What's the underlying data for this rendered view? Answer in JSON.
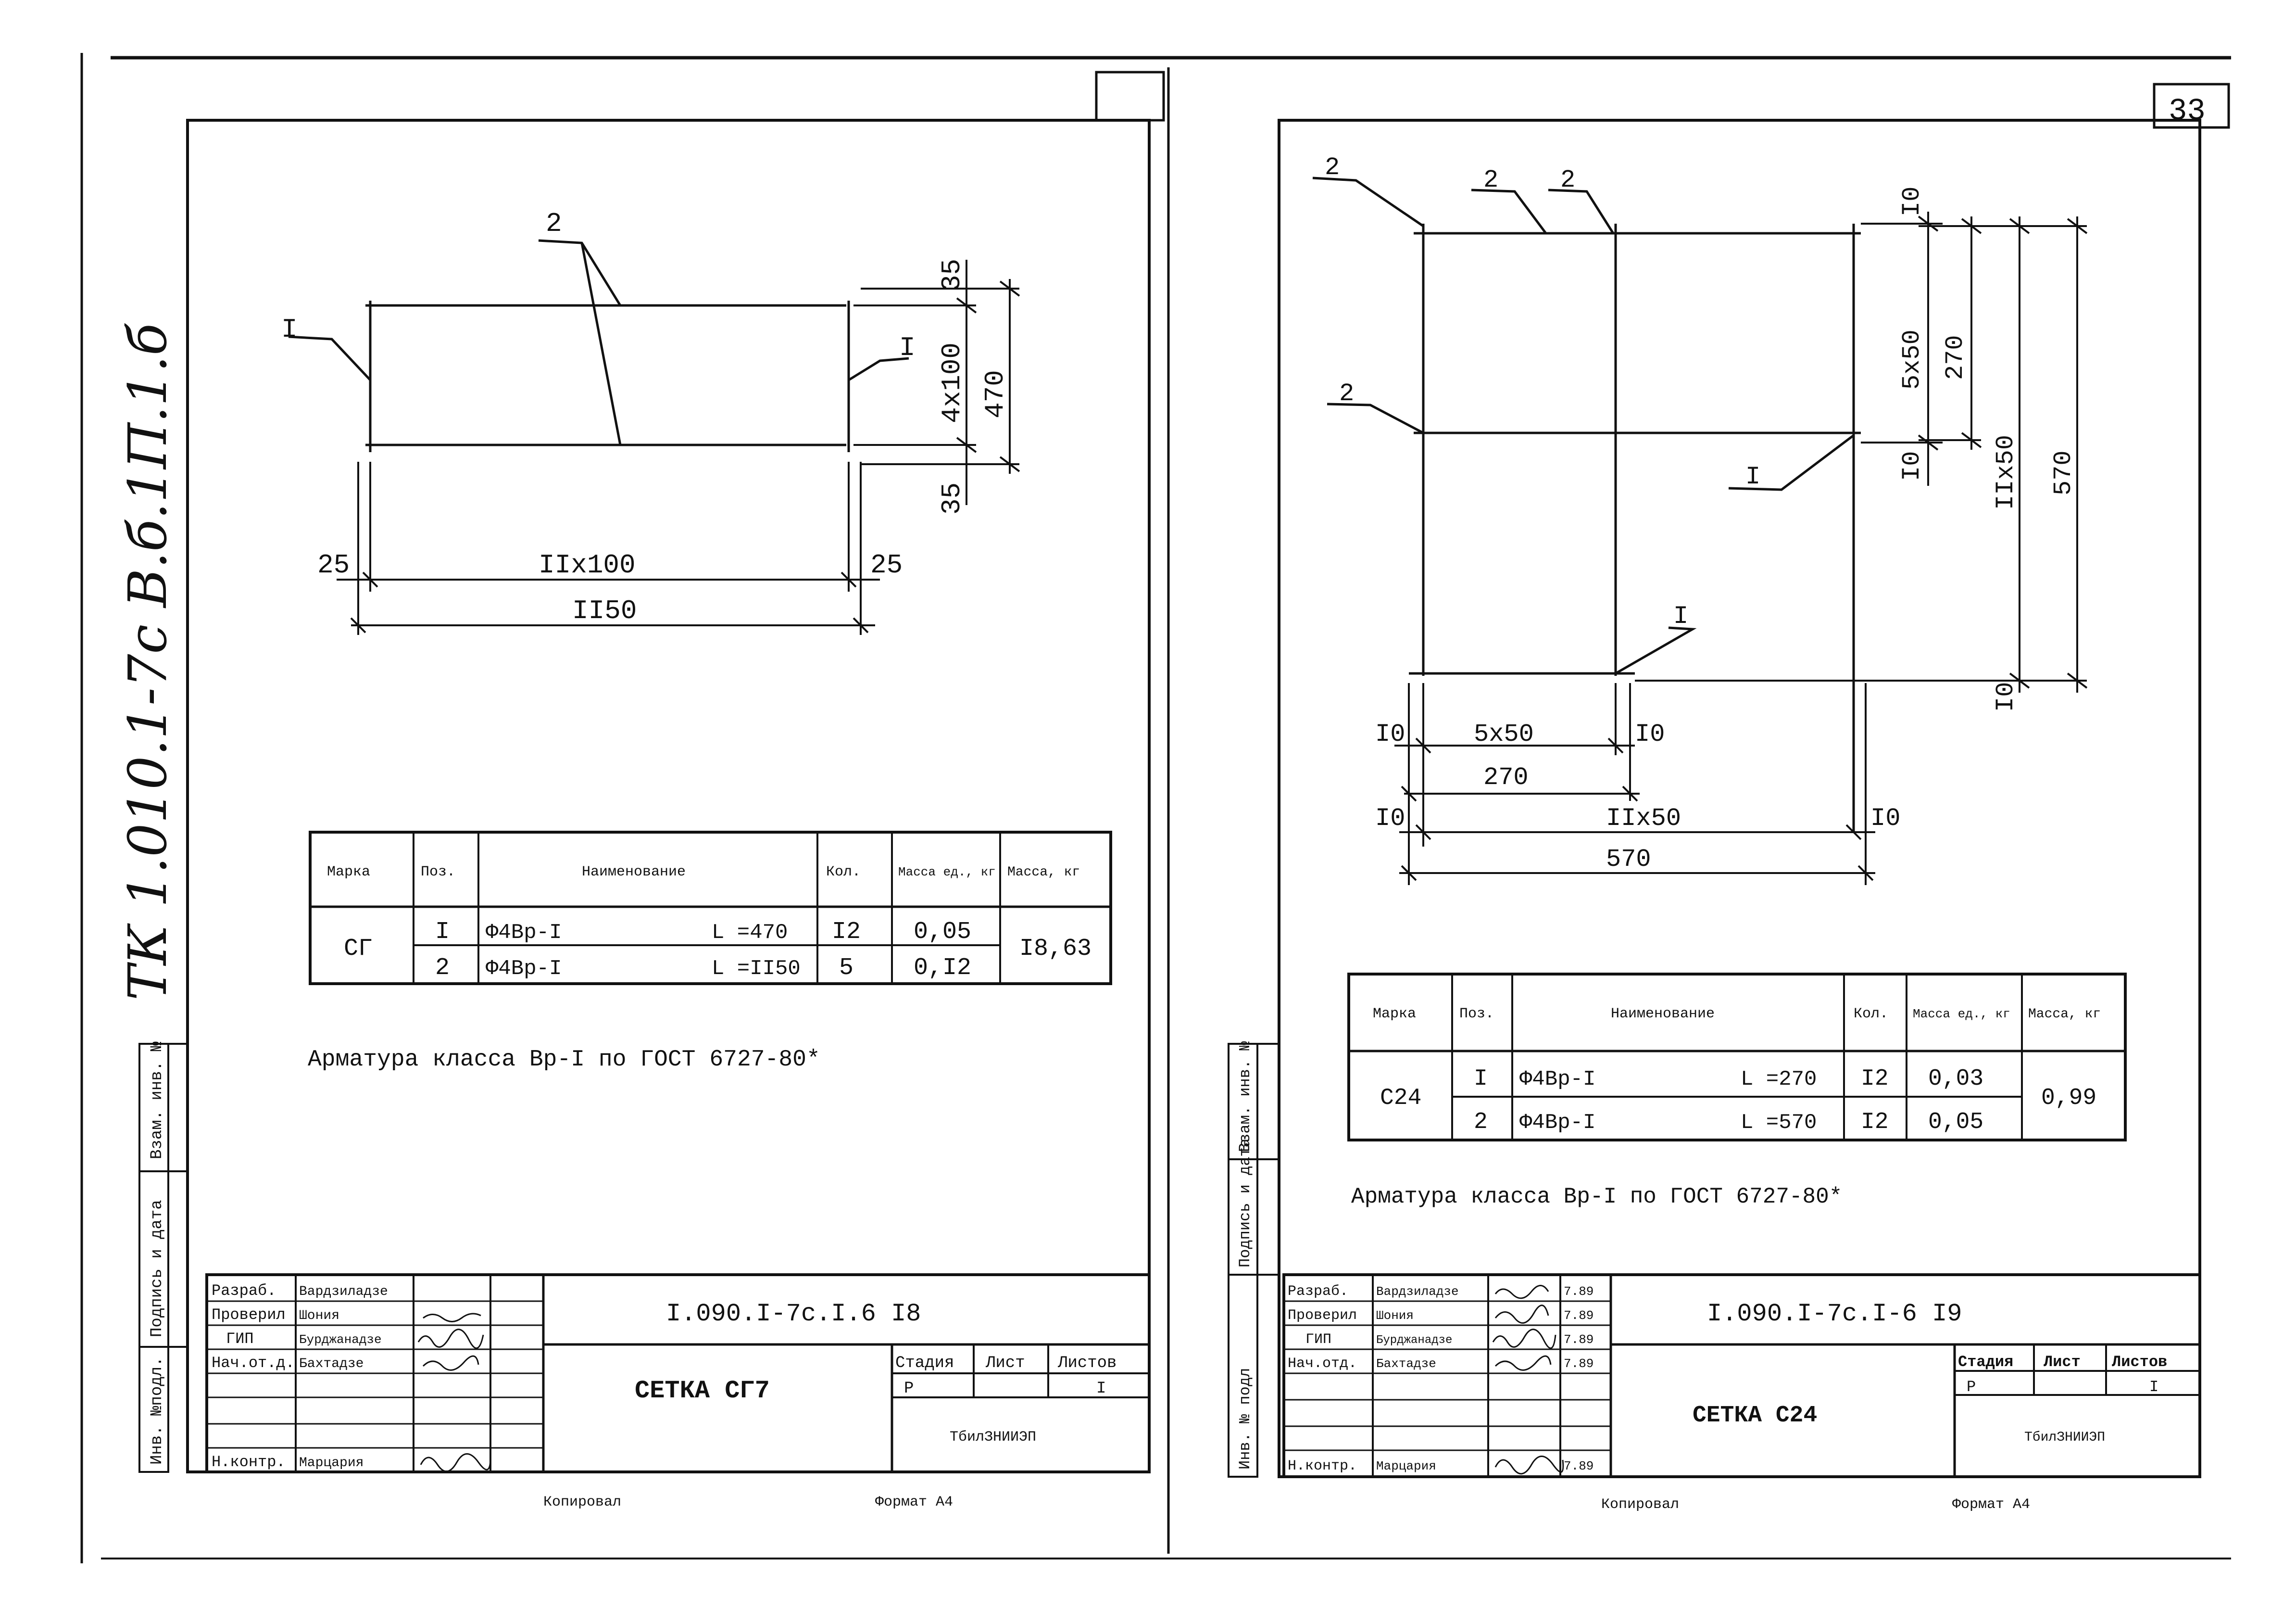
{
  "page_number": "33",
  "margin_handwriting": "ТК 1.010.1-7с  В.б.1П.1.б",
  "sidebar_left": [
    "Инв. №подл.",
    "Подпись и дата",
    "Взам. инв. №"
  ],
  "sidebar_right": [
    "Инв. № подл",
    "Подпись и дата",
    "Взам. инв. №"
  ],
  "left_sheet": {
    "drawing_labels": {
      "pos1_a": "I",
      "pos1_b": "I",
      "pos2": "2",
      "dim_35_top": "35",
      "dim_4x100": "4x100",
      "dim_470": "470",
      "dim_35_bottom": "35",
      "dim_25_left": "25",
      "dim_11x100": "IIx100",
      "dim_25_right": "25",
      "dim_1150": "II50"
    },
    "spec_table": {
      "headers": [
        "Марка",
        "Поз.",
        "Наименование",
        "Кол.",
        "Масса ед., кг",
        "Масса, кг"
      ],
      "mark": "СГ",
      "total_mass": "I8,63",
      "rows": [
        {
          "pos": "I",
          "name": "Ф4Вр-I",
          "length": "L =470",
          "qty": "I2",
          "unit_mass": "0,05"
        },
        {
          "pos": "2",
          "name": "Ф4Вр-I",
          "length": "L =II50",
          "qty": "5",
          "unit_mass": "0,I2"
        }
      ]
    },
    "note": "Арматура класса Вр-I по ГОСТ 6727-80*",
    "title_block": {
      "roles": [
        "Разраб.",
        "Проверил",
        "ГИП",
        "Нач.от.д.",
        "",
        "",
        "Н.контр."
      ],
      "names": [
        "Вардзиладзе",
        "Шония",
        "Бурджанадзе",
        "Бахтадзе",
        "",
        "",
        "Марцария"
      ],
      "code": "I.090.I-7с.I.6 I8",
      "title": "СЕТКА  СГ7",
      "stage_header": "Стадия",
      "sheet_header": "Лист",
      "sheets_header": "Листов",
      "stage": "Р",
      "sheet": "",
      "sheets": "I",
      "org": "ТбилЗНИИЭП"
    },
    "footer_copied": "Копировал",
    "footer_format": "Формат А4"
  },
  "right_sheet": {
    "drawing_labels": {
      "pos2_a": "2",
      "pos2_b": "2",
      "pos2_c": "2",
      "pos2_d": "2",
      "pos1_a": "I",
      "pos1_b": "I",
      "dim_10_a": "I0",
      "dim_5x50_v": "5x50",
      "dim_270_v": "270",
      "dim_10_b": "I0",
      "dim_11x50_v": "IIx50",
      "dim_570_v": "570",
      "dim_10_c": "I0",
      "dim_10_l1": "I0",
      "dim_5x50_h": "5x50",
      "dim_10_l2": "I0",
      "dim_270_h": "270",
      "dim_10_l3": "I0",
      "dim_11x50_h": "IIx50",
      "dim_10_l4": "I0",
      "dim_570_h": "570"
    },
    "spec_table": {
      "headers": [
        "Марка",
        "Поз.",
        "Наименование",
        "Кол.",
        "Масса ед., кг",
        "Масса, кг"
      ],
      "mark": "С24",
      "total_mass": "0,99",
      "rows": [
        {
          "pos": "I",
          "name": "Ф4Вр-I",
          "length": "L =270",
          "qty": "I2",
          "unit_mass": "0,03"
        },
        {
          "pos": "2",
          "name": "Ф4Вр-I",
          "length": "L =570",
          "qty": "I2",
          "unit_mass": "0,05"
        }
      ]
    },
    "note": "Арматура класса Вр-I по ГОСТ 6727-80*",
    "title_block": {
      "roles": [
        "Разраб.",
        "Проверил",
        "ГИП",
        "Нач.отд.",
        "",
        "",
        "Н.контр."
      ],
      "names": [
        "Вардзиладзе",
        "Шония",
        "Бурджанадзе",
        "Бахтадзе",
        "",
        "",
        "Марцария"
      ],
      "dates": [
        "7.89",
        "7.89",
        "7.89",
        "7.89",
        "",
        "",
        "7.89"
      ],
      "code": "I.090.I-7с.I-6 I9",
      "title": "СЕТКА С24",
      "stage_header": "Стадия",
      "sheet_header": "Лист",
      "sheets_header": "Листов",
      "stage": "Р",
      "sheet": "",
      "sheets": "I",
      "org": "ТбилЗНИИЭП"
    },
    "footer_copied": "Копировал",
    "footer_format": "Формат А4"
  }
}
